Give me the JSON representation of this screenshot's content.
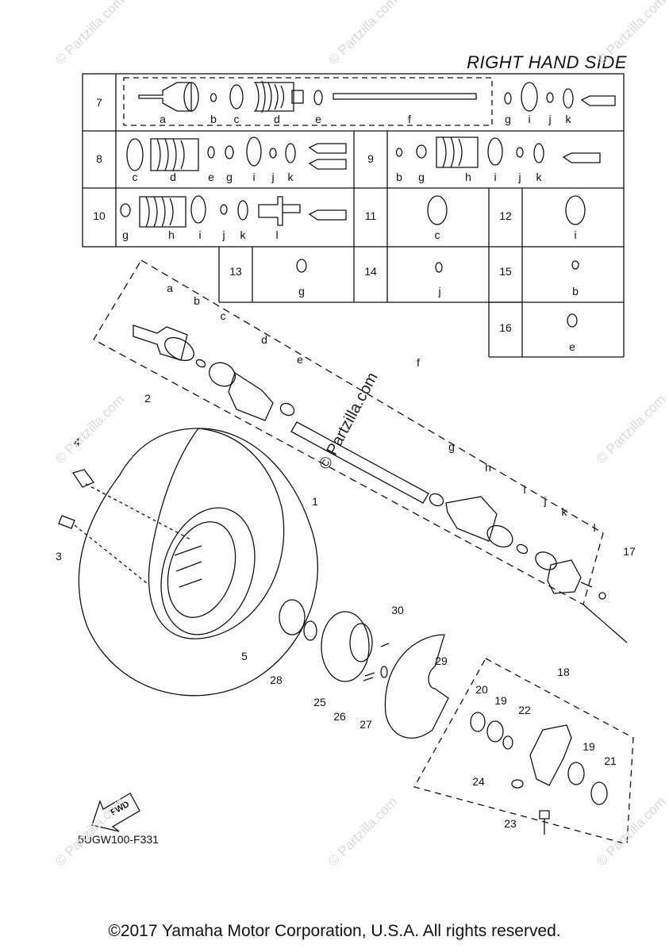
{
  "header": {
    "title": "RIGHT HAND SIDE"
  },
  "table": {
    "rows": [
      {
        "num": "7",
        "letters": [
          "a",
          "b",
          "c",
          "d",
          "e",
          "f",
          "g",
          "i",
          "j",
          "k"
        ]
      },
      {
        "num": "8",
        "letters": [
          "c",
          "d",
          "e",
          "g",
          "i",
          "j",
          "k"
        ]
      },
      {
        "num": "9",
        "letters": [
          "b",
          "g",
          "h",
          "i",
          "j",
          "k"
        ]
      },
      {
        "num": "10",
        "letters": [
          "g",
          "h",
          "i",
          "j",
          "k",
          "l"
        ]
      },
      {
        "num": "11",
        "letters": [
          "c"
        ]
      },
      {
        "num": "12",
        "letters": [
          "i"
        ]
      },
      {
        "num": "13",
        "letters": [
          "g"
        ]
      },
      {
        "num": "14",
        "letters": [
          "j"
        ]
      },
      {
        "num": "15",
        "letters": [
          "b"
        ]
      },
      {
        "num": "16",
        "letters": [
          "e"
        ]
      }
    ]
  },
  "callouts": {
    "shaft_letters": [
      "a",
      "b",
      "c",
      "d",
      "e",
      "f",
      "g",
      "h",
      "i",
      "j",
      "k",
      "l"
    ],
    "part_numbers": [
      "1",
      "2",
      "3",
      "4",
      "5",
      "17",
      "18",
      "19",
      "19",
      "20",
      "21",
      "22",
      "23",
      "24",
      "25",
      "26",
      "27",
      "28",
      "29",
      "30"
    ]
  },
  "fwd_label": "FWD",
  "diagram_code": "5UGW100-F331",
  "watermark": {
    "text": "© Partzilla.com",
    "center_text": "© Partzilla.com"
  },
  "footer": {
    "copyright": "©2017 Yamaha Motor Corporation, U.S.A. All rights reserved."
  }
}
